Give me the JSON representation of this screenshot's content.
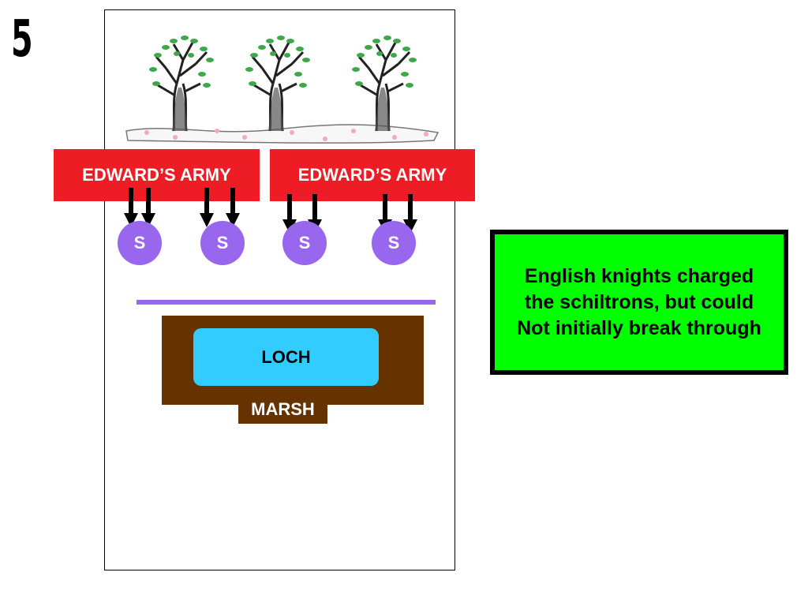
{
  "slide": {
    "number": "5"
  },
  "armies": [
    {
      "label": "EDWARD’S ARMY"
    },
    {
      "label": "EDWARD’S ARMY"
    }
  ],
  "schiltrons": [
    {
      "label": "S"
    },
    {
      "label": "S"
    },
    {
      "label": "S"
    },
    {
      "label": "S"
    }
  ],
  "terrain": {
    "loch": "LOCH",
    "marsh": "MARSH"
  },
  "caption": {
    "lines": [
      "English knights charged",
      "the schiltrons, but could",
      "Not initially break through"
    ]
  },
  "colors": {
    "army": "#ee1c25",
    "schiltron": "#9966ee",
    "marsh": "#663300",
    "loch": "#33ccff",
    "caption_bg": "#00ff00",
    "tree_leaf": "#3fa64a",
    "blossom": "#f4a6c8"
  },
  "icons": {
    "trees": "tree-icon",
    "charge_arrows": "arrow-down-icon"
  }
}
